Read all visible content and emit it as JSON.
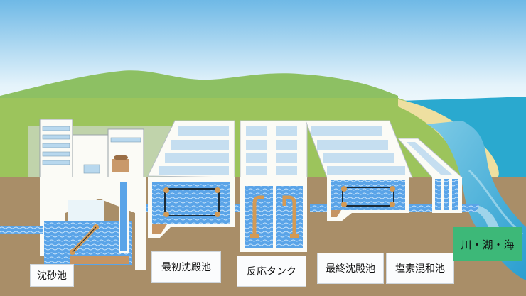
{
  "labels": {
    "grit": "沈砂池",
    "primary": "最初沈殿池",
    "reactor": "反応タンク",
    "final": "最終沈殿池",
    "chlorine": "塩素混和池",
    "outflow": "川・湖・海"
  },
  "colors": {
    "sky_top": "#6fb9e6",
    "sky_bottom": "#eef7fb",
    "hill": "#8dc063",
    "grass": "#9cc45c",
    "ground": "#a98e68",
    "water": "#5aa4e8",
    "wall": "#fbfbf6",
    "sea": "#2aa9cf",
    "sand": "#eedfa0",
    "outflow_box": "#3db878"
  }
}
